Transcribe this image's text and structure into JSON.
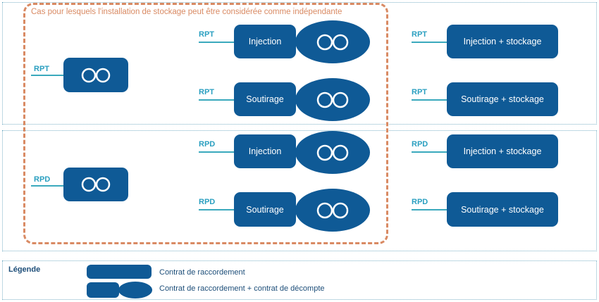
{
  "dashed_region": {
    "title": "Cas pour lesquels l'installation de stockage peut être considérée comme indépendante"
  },
  "connections": {
    "rpt": "RPT",
    "rpd": "RPD"
  },
  "boxes": {
    "injection": "Injection",
    "soutirage": "Soutirage",
    "injection_stockage": "Injection + stockage",
    "soutirage_stockage": "Soutirage + stockage"
  },
  "legend": {
    "title": "Légende",
    "item1": "Contrat de raccordement",
    "item2": "Contrat de raccordement + contrat de décompte"
  },
  "colors": {
    "box_blue": "#0f5a96",
    "connector_teal": "#3aa9bd",
    "dashed_orange": "#d98a63",
    "dotted_border": "#7fb3c8"
  }
}
